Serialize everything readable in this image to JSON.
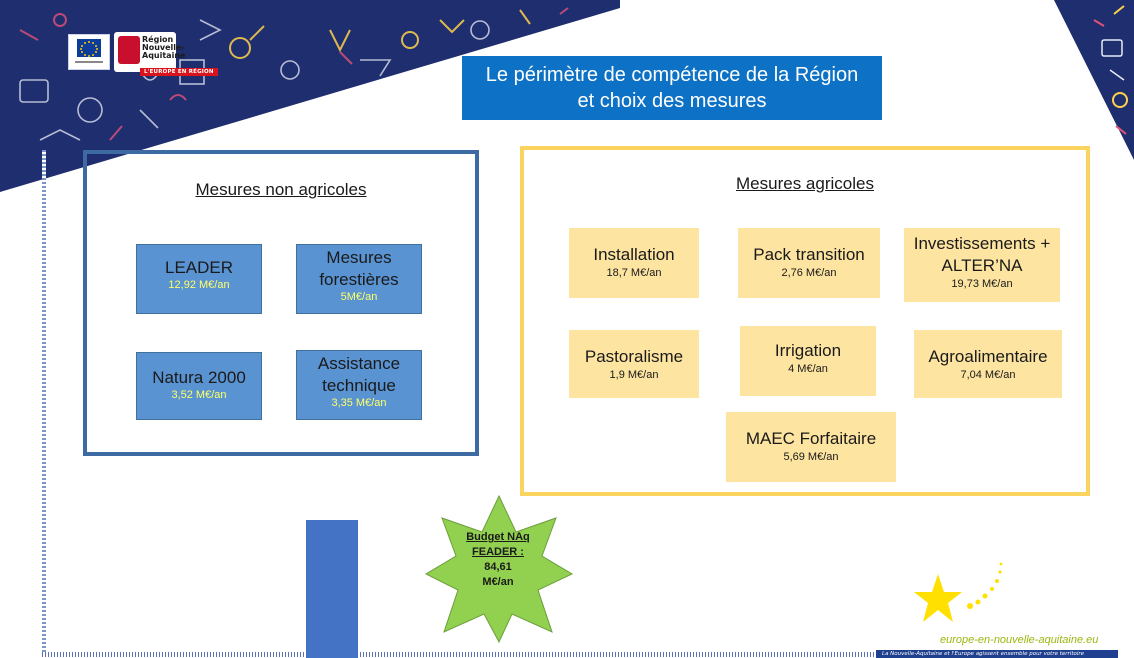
{
  "logos": {
    "na_text": "Région Nouvelle-Aquitaine",
    "europe_region": "L'EUROPE EN RÉGION"
  },
  "title": "Le périmètre de compétence de la Région et choix des mesures",
  "non_agricole": {
    "heading": "Mesures non agricoles",
    "items": [
      {
        "name": "LEADER",
        "value": "12,92 M€/an"
      },
      {
        "name": "Mesures forestières",
        "value": "5M€/an"
      },
      {
        "name": "Natura 2000",
        "value": "3,52 M€/an"
      },
      {
        "name": "Assistance technique",
        "value": "3,35 M€/an"
      }
    ]
  },
  "agricole": {
    "heading": "Mesures agricoles",
    "items": [
      {
        "name": "Installation",
        "value": "18,7 M€/an"
      },
      {
        "name": "Pack transition",
        "value": "2,76 M€/an"
      },
      {
        "name": "Investissements + ALTER’NA",
        "value": "19,73 M€/an"
      },
      {
        "name": "Pastoralisme",
        "value": "1,9 M€/an"
      },
      {
        "name": "Irrigation",
        "value": "4 M€/an"
      },
      {
        "name": "Agroalimentaire",
        "value": "7,04 M€/an"
      },
      {
        "name": "MAEC Forfaitaire",
        "value": "5,69 M€/an"
      }
    ]
  },
  "budget": {
    "line1": "Budget NAq",
    "line2": "FEADER :",
    "line3": "84,61",
    "line4": "M€/an"
  },
  "footer": {
    "site": "europe-en-nouvelle-aquitaine.eu",
    "tagline": "La Nouvelle-Aquitaine et l'Europe agissent ensemble pour votre territoire"
  },
  "colors": {
    "title_bg": "#0d72c5",
    "blue_box": "#5a93d2",
    "yellow_box": "#fde4a0",
    "agri_border": "#fad45f",
    "nonagri_border": "#3e6aa3",
    "star": "#92d050"
  }
}
